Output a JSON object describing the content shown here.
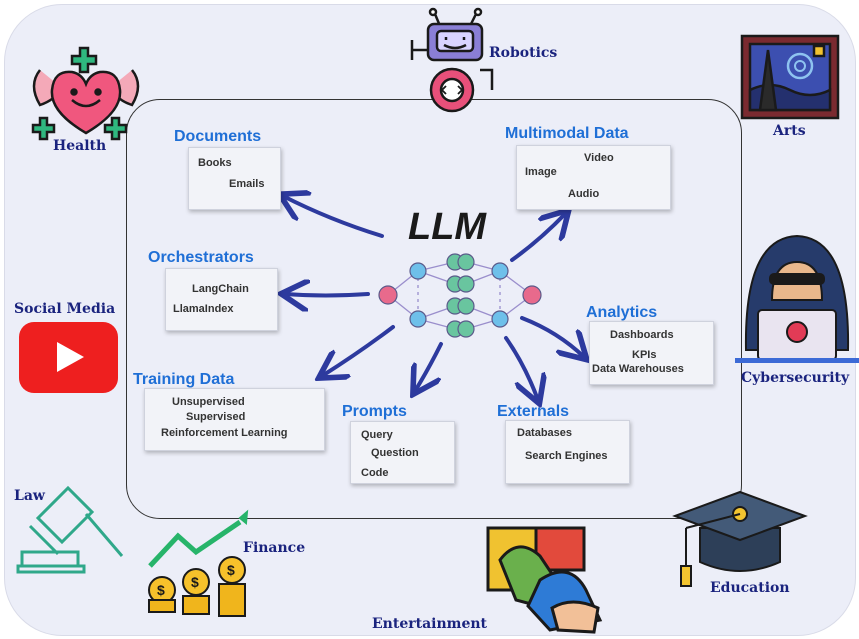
{
  "center": {
    "title": "LLM"
  },
  "categories": {
    "documents": {
      "title": "Documents",
      "items": [
        "Books",
        "Emails"
      ]
    },
    "multimodal": {
      "title": "Multimodal Data",
      "items": [
        "Video",
        "Image",
        "Audio"
      ]
    },
    "orchestrators": {
      "title": "Orchestrators",
      "items": [
        "LangChain",
        "LlamaIndex"
      ]
    },
    "analytics": {
      "title": "Analytics",
      "items": [
        "Dashboards",
        "KPIs",
        "Data Warehouses"
      ]
    },
    "training": {
      "title": "Training Data",
      "items": [
        "Unsupervised",
        "Supervised",
        "Reinforcement Learning"
      ]
    },
    "prompts": {
      "title": "Prompts",
      "items": [
        "Query",
        "Question",
        "Code"
      ]
    },
    "externals": {
      "title": "Externals",
      "items": [
        "Databases",
        "Search Engines"
      ]
    }
  },
  "domains": {
    "health": "Health",
    "robotics": "Robotics",
    "arts": "Arts",
    "social_media": "Social Media",
    "cybersecurity": "Cybersecurity",
    "law": "Law",
    "finance": "Finance",
    "education": "Education",
    "entertainment": "Entertainment"
  },
  "icons": [
    "heart-icon",
    "robot-icon",
    "painting-icon",
    "youtube-icon",
    "hacker-icon",
    "gavel-icon",
    "finance-icon",
    "graduation-cap-icon",
    "puzzle-icon",
    "neural-network-icon"
  ],
  "colors": {
    "heading": "#1f6fd6",
    "domain_label": "#1a237e",
    "arrow": "#2d3a9e",
    "node_pink": "#e86a8c",
    "node_blue": "#6ec0ea",
    "node_green": "#69c59f"
  }
}
